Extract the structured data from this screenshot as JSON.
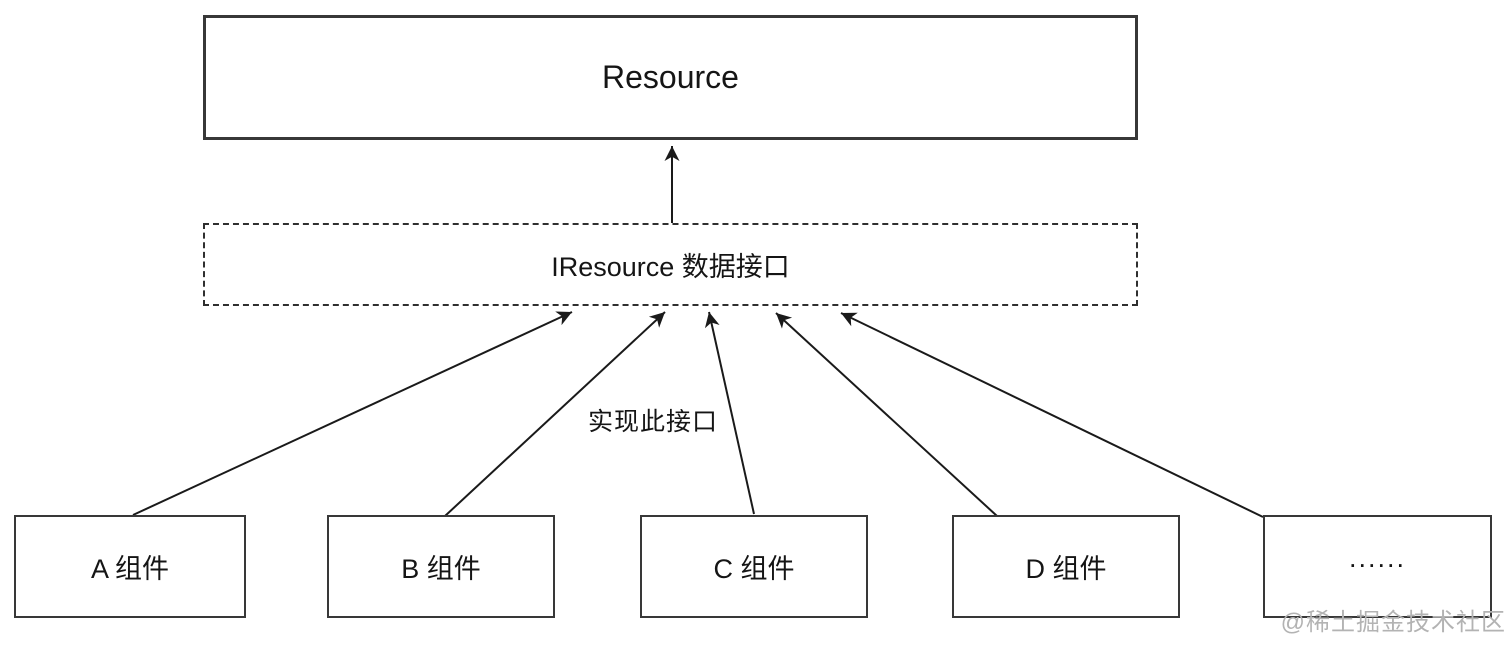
{
  "diagram": {
    "resource": {
      "label": "Resource"
    },
    "interface": {
      "label": "IResource 数据接口"
    },
    "components": [
      {
        "label": "A 组件"
      },
      {
        "label": "B 组件"
      },
      {
        "label": "C 组件"
      },
      {
        "label": "D 组件"
      },
      {
        "label": "......"
      }
    ],
    "edges": [
      {
        "from": "IResource 数据接口",
        "to": "Resource"
      },
      {
        "from": "A 组件",
        "to": "IResource 数据接口"
      },
      {
        "from": "B 组件",
        "to": "IResource 数据接口"
      },
      {
        "from": "C 组件",
        "to": "IResource 数据接口"
      },
      {
        "from": "D 组件",
        "to": "IResource 数据接口"
      },
      {
        "from": "......",
        "to": "IResource 数据接口"
      }
    ],
    "edge_annotation": "实现此接口",
    "watermark": "@稀土掘金技术社区",
    "colors": {
      "line": "#1a1a1a",
      "background": "#ffffff",
      "watermark": "#b3b3b3"
    }
  }
}
